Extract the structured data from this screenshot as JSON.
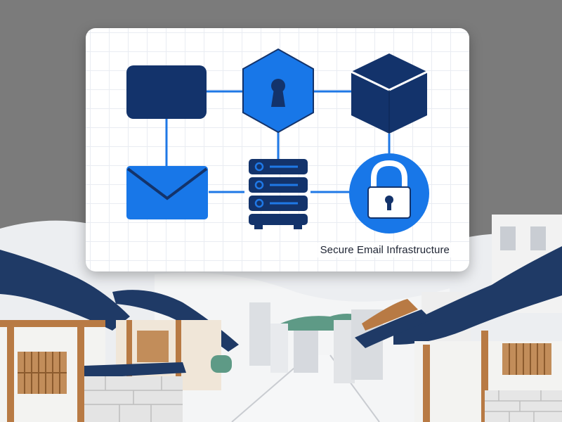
{
  "diagram": {
    "caption": "Secure Email Infrastructure",
    "nodes": [
      {
        "id": "client-box",
        "icon": "rounded-rectangle-icon",
        "color": "#13336b"
      },
      {
        "id": "keyhole-hexagon",
        "icon": "keyhole-hexagon-icon",
        "color": "#1877e8"
      },
      {
        "id": "cube",
        "icon": "cube-icon",
        "color": "#13336b"
      },
      {
        "id": "envelope",
        "icon": "envelope-icon",
        "color": "#1877e8"
      },
      {
        "id": "server-rack",
        "icon": "server-rack-icon",
        "color": "#13336b"
      },
      {
        "id": "padlock-circle",
        "icon": "padlock-icon",
        "color": "#1877e8"
      }
    ],
    "connector_color": "#1f78e6"
  },
  "scene": {
    "sky_color": "#7b7b7b",
    "hill_color": "#eef0f2",
    "mountain_color": "#5e9a86",
    "roof_color": "#1f3a66",
    "wood_color": "#b87a44",
    "wall_color": "#f3f3f1"
  }
}
